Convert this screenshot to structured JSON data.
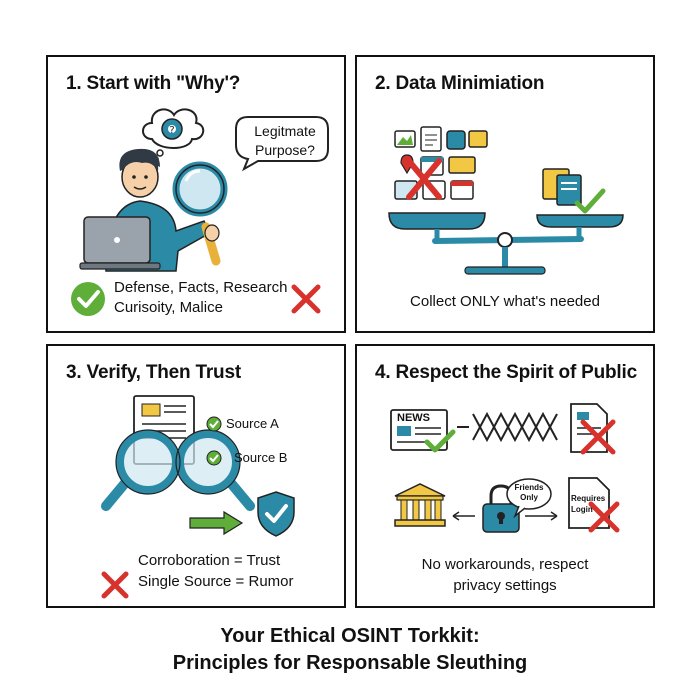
{
  "panel1": {
    "title": "1. Start with \"Why'?",
    "bubble": [
      "Legitmate",
      "Purpose?"
    ],
    "good_line": "Defense, Facts, Research",
    "bad_line": "Curisoity, Malice"
  },
  "panel2": {
    "title": "2. Data Minimiation",
    "caption": "Collect ONLY what's needed"
  },
  "panel3": {
    "title": "3. Verify, Then Trust",
    "source_a": "Source A",
    "source_b": "Source B",
    "corroboration": "Corroboration = Trust",
    "single_source": "Single Source = Rumor"
  },
  "panel4": {
    "title": "4. Respect the Spirit of Public",
    "news_label": "NEWS",
    "friends_label": [
      "Friends",
      "Only"
    ],
    "requires_label": [
      "Requires",
      "Login"
    ],
    "caption": [
      "No workarounds, respect",
      "privacy settings"
    ]
  },
  "footer": {
    "line1": "Your Ethical OSINT Torkkit:",
    "line2": "Principles for Responsable Sleuthing"
  },
  "colors": {
    "teal": "#2b8aa6",
    "green": "#5fae3a",
    "red": "#d8322c",
    "yellow": "#f2c744"
  }
}
